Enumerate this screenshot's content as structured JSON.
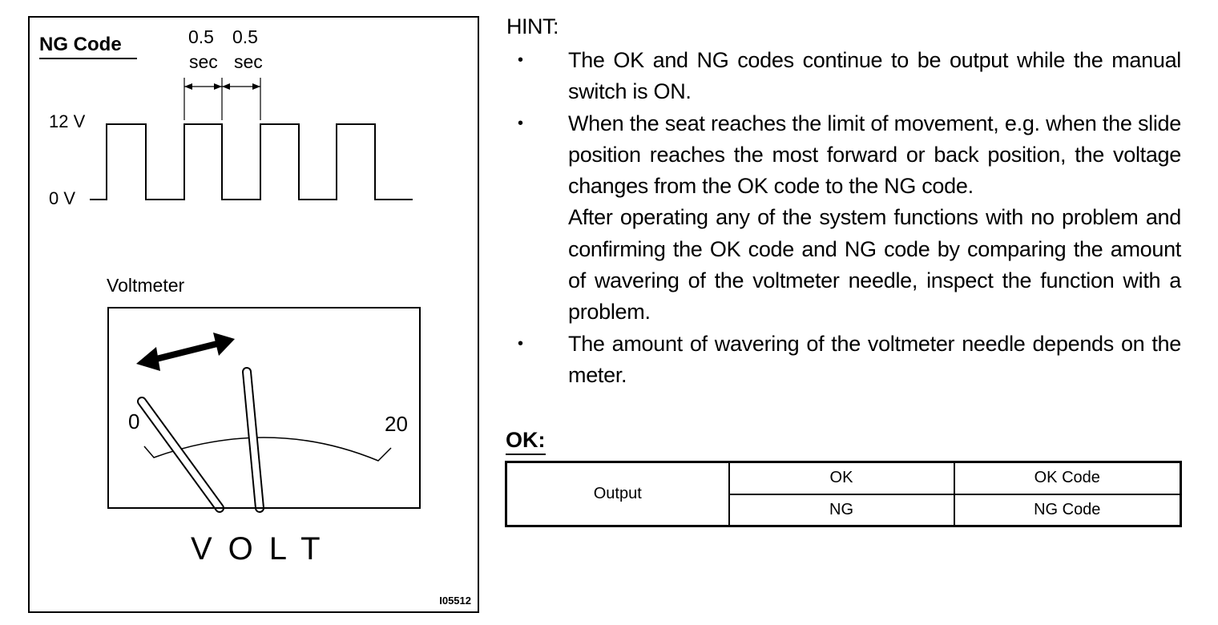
{
  "figure": {
    "ng_code_label": "NG Code",
    "timing_top": [
      "0.5",
      "0.5"
    ],
    "timing_bottom": [
      "sec",
      "sec"
    ],
    "high_label": "12 V",
    "low_label": "0 V",
    "voltmeter_label": "Voltmeter",
    "scale_min": "0",
    "scale_max": "20",
    "meter_unit": "VOLT",
    "figure_id": "I05512"
  },
  "hint": {
    "title": "HINT:",
    "bullets": [
      {
        "paragraphs": [
          "The OK and NG codes continue to be output while the manual switch is ON."
        ]
      },
      {
        "paragraphs": [
          "When the seat reaches the limit of movement, e.g. when the slide position reaches the most forward or back posi­tion, the voltage changes from the OK code to the NG code.",
          "After operating any of the system functions with no prob­lem and confirming the OK code and NG code by compar­ing the amount of wavering of the voltmeter needle, in­spect the function with a problem."
        ]
      },
      {
        "paragraphs": [
          "The amount of wavering of the voltmeter needle depends on the meter."
        ]
      }
    ]
  },
  "ok_section": {
    "heading": "OK:",
    "table": {
      "row_header": "Output",
      "rows": [
        {
          "condition": "OK",
          "result": "OK Code"
        },
        {
          "condition": "NG",
          "result": "NG Code"
        }
      ]
    }
  }
}
